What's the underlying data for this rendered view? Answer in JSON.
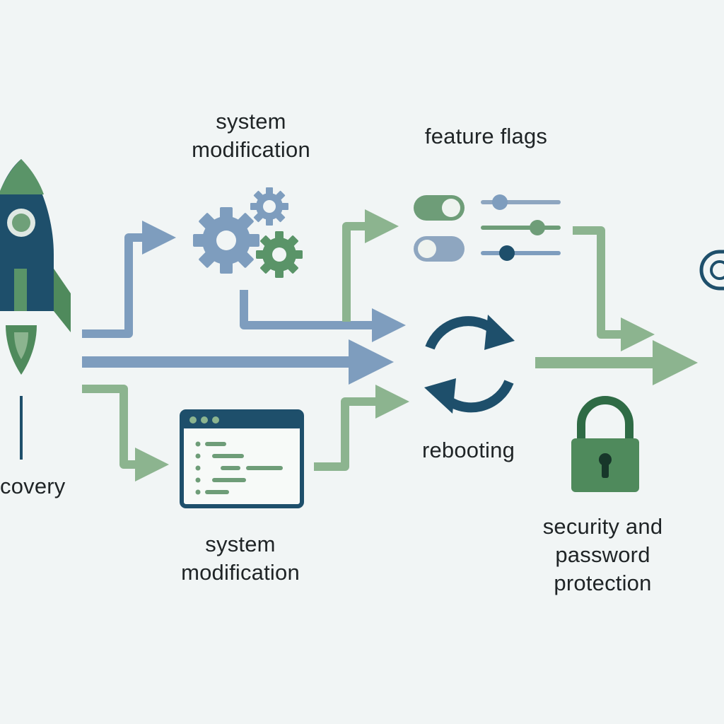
{
  "labels": {
    "recovery": "covery",
    "sysmod_top": [
      "system",
      "modification"
    ],
    "feature_flags": "feature flags",
    "rebooting": "rebooting",
    "sysmod_bottom": [
      "system",
      "modification"
    ],
    "security": [
      "security and",
      "password",
      "protection"
    ]
  },
  "icons": {
    "rocket": "rocket-icon",
    "gears": "gears-icon",
    "toggles": "toggle-switches-icon",
    "sliders": "sliders-icon",
    "reboot": "refresh-cycle-icon",
    "code_window": "code-window-icon",
    "lock": "padlock-icon",
    "partial_toggle": "toggle-icon"
  },
  "colors": {
    "background": "#f1f5f5",
    "navy": "#1e4f6b",
    "green": "#4f8a5c",
    "light_green": "#7faf84",
    "steel_blue": "#7e9dbe",
    "text": "#1f2426"
  }
}
